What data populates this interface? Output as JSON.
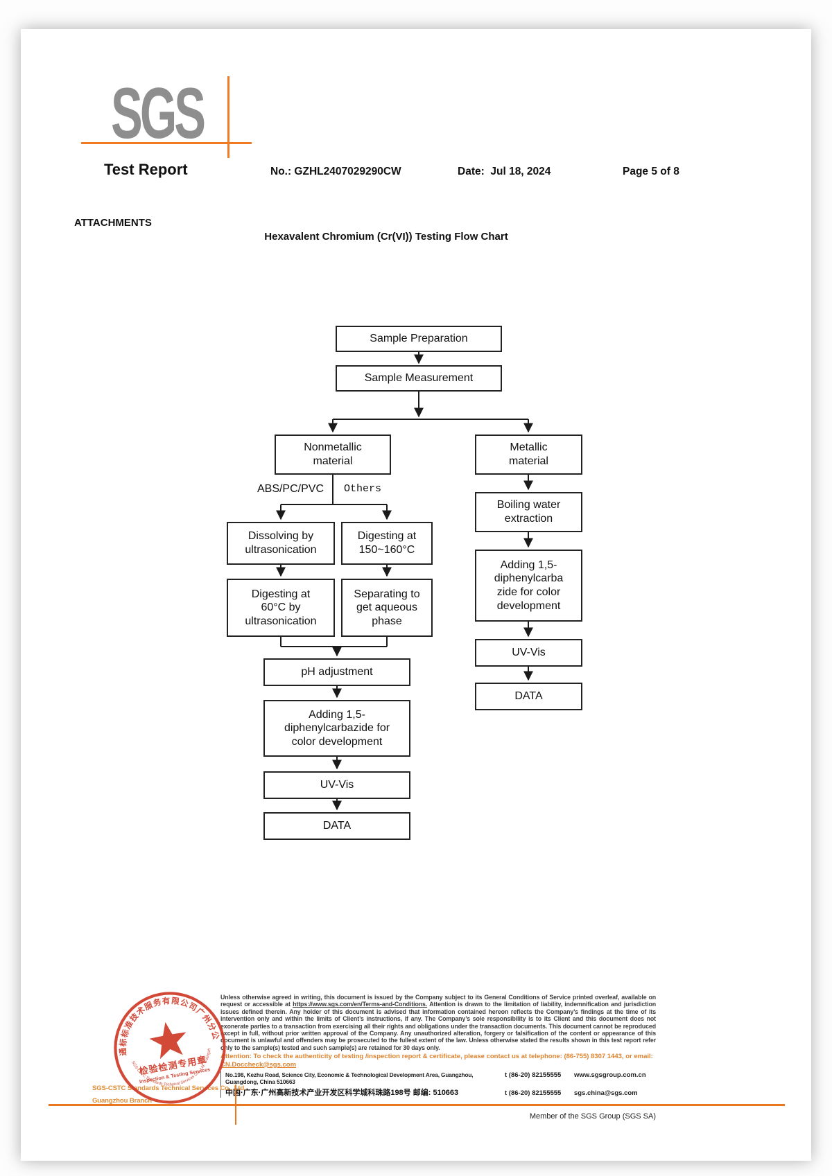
{
  "colors": {
    "accent_orange": "#e87722",
    "logo_gray": "#8e8e8e",
    "stamp_red": "#cf3a28",
    "footer_orange": "#e0832e"
  },
  "logo": {
    "text": "SGS"
  },
  "header": {
    "title": "Test Report",
    "report_no": "No.: GZHL2407029290CW",
    "date": "Date:  Jul 18, 2024",
    "page_info": "Page 5 of 8",
    "attachments": "ATTACHMENTS",
    "chart_title": "Hexavalent Chromium (Cr(VI)) Testing Flow Chart"
  },
  "flowchart": {
    "nodes": {
      "sample_preparation": "Sample Preparation",
      "sample_measurement": "Sample Measurement",
      "nonmetallic": "Nonmetallic\nmaterial",
      "metallic": "Metallic\nmaterial",
      "dissolving": "Dissolving by\nultrasonication",
      "digesting_150": "Digesting at\n150~160°C",
      "digesting_60": "Digesting at\n60°C by\nultrasonication",
      "separating": "Separating to\nget aqueous\nphase",
      "ph_adjustment": "pH adjustment",
      "adding_dpc_left": "Adding 1,5-\ndiphenylcarbazide for\ncolor development",
      "uv_vis_left": "UV-Vis",
      "data_left": "DATA",
      "boiling": "Boiling water\nextraction",
      "adding_dpc_right": "Adding 1,5-\ndiphenylcarba\nzide for color\ndevelopment",
      "uv_vis_right": "UV-Vis",
      "data_right": "DATA"
    },
    "branch_labels": {
      "abs_pc_pvc": "ABS/PC/PVC",
      "others": "Others"
    }
  },
  "stamp": {
    "top_arc": "通标标准技术服务有限公司广州分公司",
    "center_cn": "检验检测专用章",
    "center_en": "Inspection & Testing Services",
    "bottom_arc": "SGS-CSTC Standards Technical Services Co., Ltd. Guangzhou Branch"
  },
  "footer": {
    "company_line1": "SGS-CSTC Standards Technical Services Co., Ltd.",
    "company_line2": "Guangzhou Branch",
    "legal_before_url": "Unless otherwise agreed in writing, this document is issued by the Company subject to its General Conditions of Service printed overleaf, available on request or accessible at ",
    "legal_url": "https://www.sgs.com/en/Terms-and-Conditions.",
    "legal_after_url": " Attention is drawn to the limitation of liability, indemnification and jurisdiction issues defined therein. Any holder of this document is advised that information contained hereon reflects the Company’s findings at the time of its intervention only and within the limits of Client’s instructions, if any. The Company’s sole responsibility is to its Client and this document does not exonerate parties to a transaction from exercising all their rights and obligations under the transaction documents. This document cannot be reproduced except in full, without prior written approval of the Company. Any unauthorized alteration, forgery or falsification of the content or appearance of this document is unlawful and offenders may be prosecuted to the fullest extent of the law. Unless otherwise stated the results shown in this test report refer only to the sample(s) tested and such sample(s) are retained for 30 days only.",
    "attention_text": "Attention: To check the authenticity of testing /inspection report & certificate, please contact us at telephone: (86-755) 8307 1443, or email: ",
    "attention_email": "CN.Doccheck@sgs.com",
    "address_en": "No.198, Kezhu Road, Science City, Economic & Technological Development Area, Guangzhou, Guangdong, China  510663",
    "address_cn": "中国·广东·广州高新技术产业开发区科学城科珠路198号  邮编: 510663",
    "tel": "t (86-20) 82155555",
    "website": "www.sgsgroup.com.cn",
    "email": "sgs.china@sgs.com",
    "member": "Member of the SGS Group (SGS SA)"
  }
}
